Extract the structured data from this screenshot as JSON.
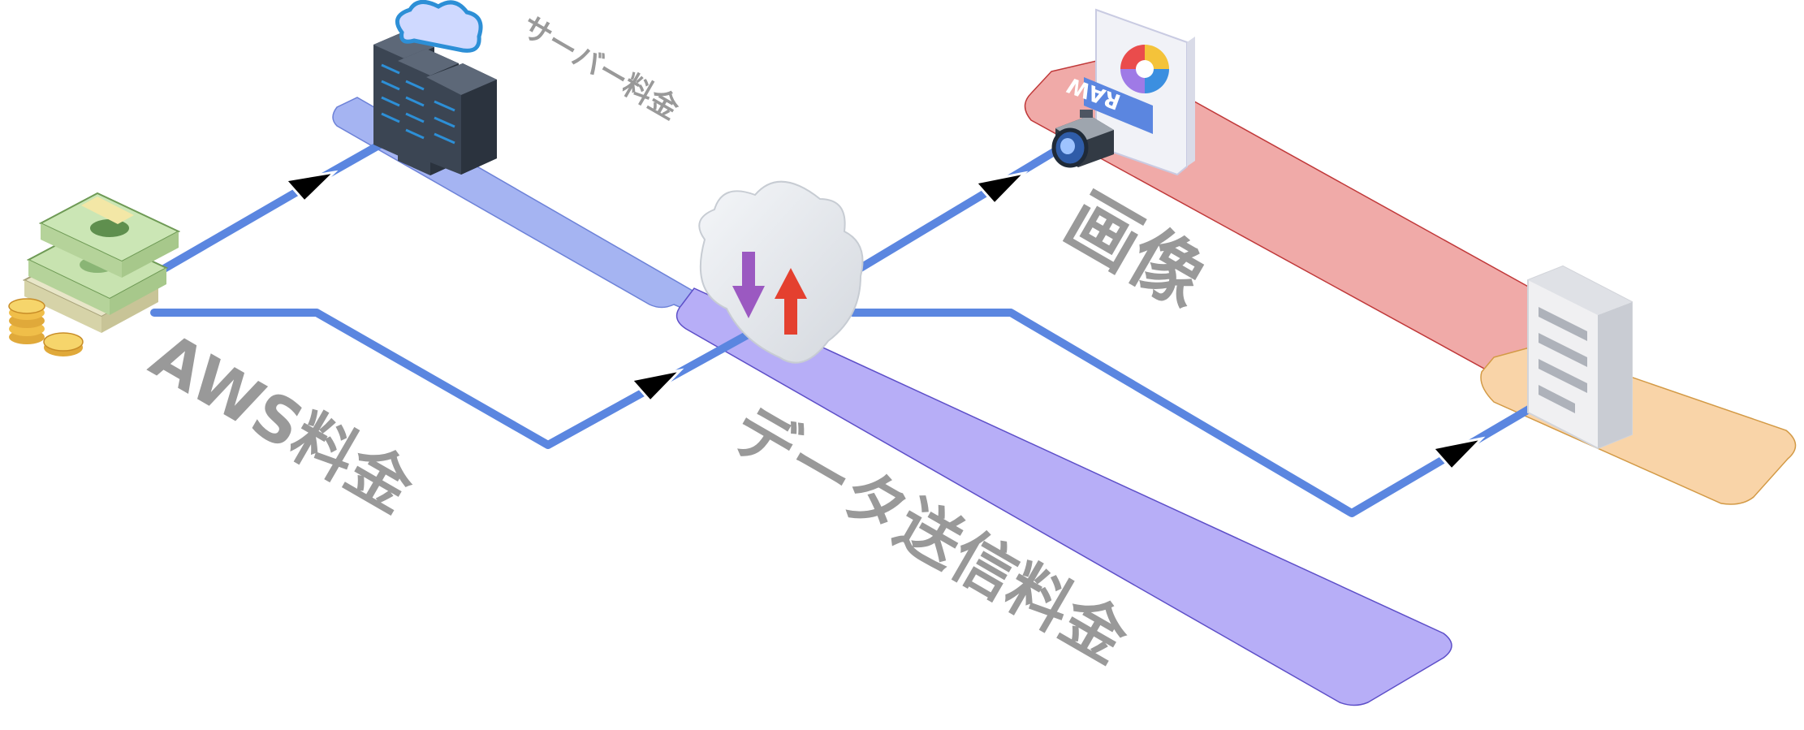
{
  "labels": {
    "aws_fee": "AWS料金",
    "server_fee": "サーバー料金",
    "data_transfer_fee": "データ送信料金",
    "image": "画像",
    "raw_badge": "RAW"
  },
  "colors": {
    "server_band": "#a5b4f2",
    "transfer_band": "#b7aef7",
    "image_band": "#f0aaa8",
    "document_band": "#f9d4a8",
    "flow_line": "#5b86e0",
    "label_text": "#999999"
  },
  "icons": [
    "money-stack-icon",
    "server-rack-icon",
    "cloud-transfer-icon",
    "raw-image-file-icon",
    "camera-icon",
    "document-icon"
  ]
}
